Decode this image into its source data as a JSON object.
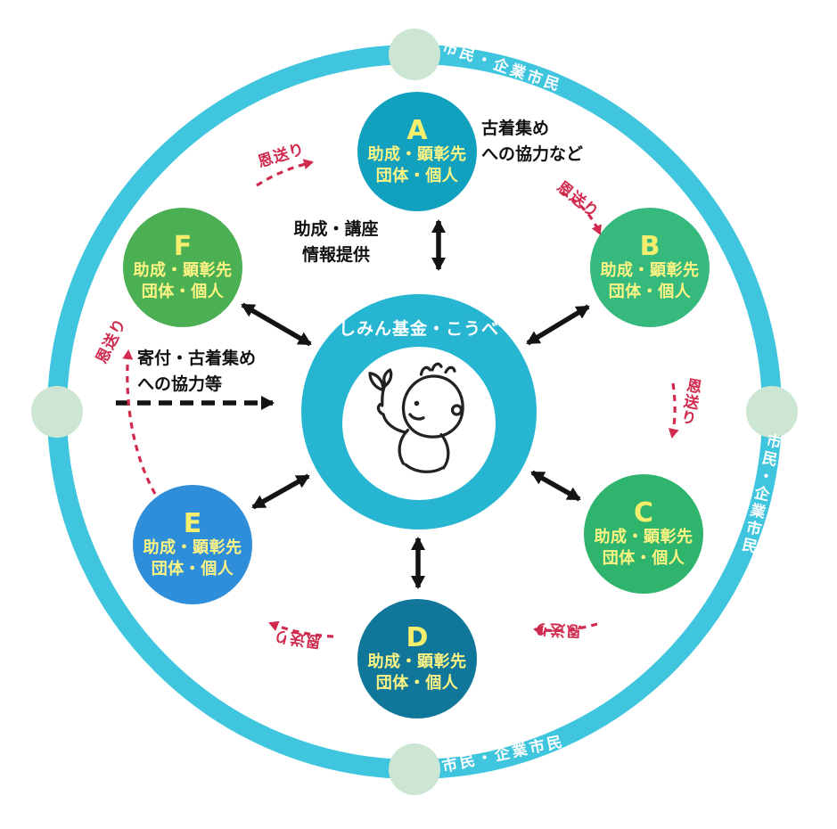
{
  "diagram": {
    "center_label": "しみん基金・こうべ",
    "ring_label": "市民・企業市民",
    "onokuri_label": "恩送り"
  },
  "satellites": [
    {
      "letter": "A",
      "line1": "助成・顕彰先",
      "line2": "団体・個人",
      "color": "#12a0bf"
    },
    {
      "letter": "B",
      "line1": "助成・顕彰先",
      "line2": "団体・個人",
      "color": "#36b97d"
    },
    {
      "letter": "C",
      "line1": "助成・顕彰先",
      "line2": "団体・個人",
      "color": "#2eb46c"
    },
    {
      "letter": "D",
      "line1": "助成・顕彰先",
      "line2": "団体・個人",
      "color": "#10779a"
    },
    {
      "letter": "E",
      "line1": "助成・顕彰先",
      "line2": "団体・個人",
      "color": "#2f8ed9"
    },
    {
      "letter": "F",
      "line1": "助成・顕彰先",
      "line2": "団体・個人",
      "color": "#4bb054"
    }
  ],
  "annotations": {
    "clothes_top": {
      "line1": "古着集め",
      "line2": "への協力など"
    },
    "grant_info": {
      "line1": "助成・講座",
      "line2": "情報提供"
    },
    "donation_left": {
      "line1": "寄付・古着集め",
      "line2": "への協力等"
    }
  },
  "colors": {
    "ring": "#3fc6de",
    "center_circle": "#26b6d2",
    "ring_node": "#cde6d3",
    "onokuri_red": "#d02a4e",
    "arrow_black": "#141414",
    "satellite_letter": "#f6ef6d",
    "satellite_text": "#fdf483",
    "annotation_black": "#111111"
  }
}
